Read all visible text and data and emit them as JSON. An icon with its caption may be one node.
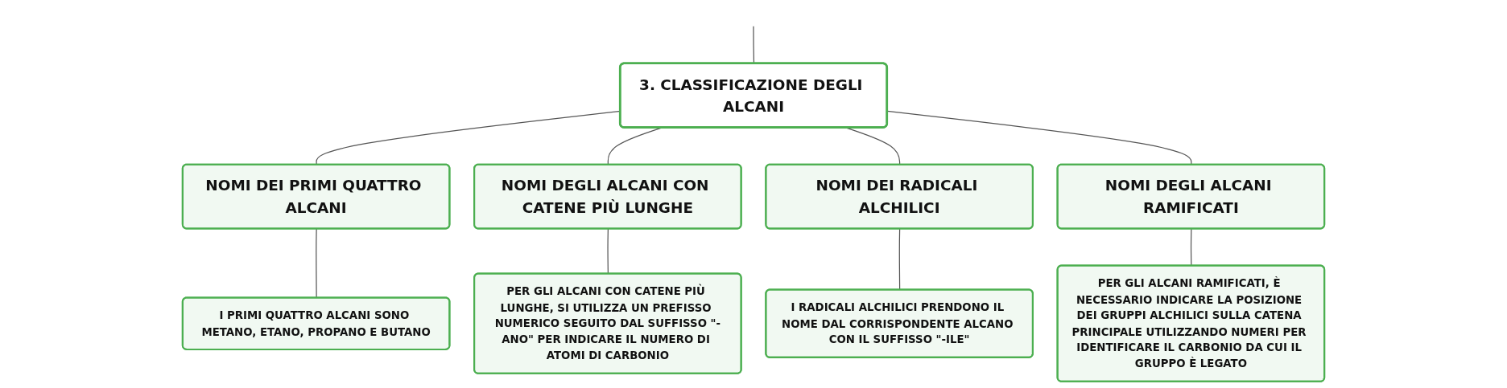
{
  "diagram": {
    "nodes": [
      {
        "text": [
          "3. CLASSIFICAZIONE DEGLI ALCANI"
        ]
      },
      {
        "text": [
          "NOMI DEI PRIMI QUATTRO ALCANI"
        ]
      },
      {
        "text": [
          "NOMI DEGLI ALCANI CON CATENE PIÙ LUNGHE"
        ]
      },
      {
        "text": [
          "NOMI DEI RADICALI ALCHILICI"
        ]
      },
      {
        "text": [
          "NOMI DEGLI ALCANI RAMIFICATI"
        ]
      },
      {
        "text": [
          "I PRIMI QUATTRO ALCANI SONO METANO, ETANO, PROPANO E BUTANO"
        ]
      },
      {
        "text": [
          "PER GLI ALCANI CON CATENE PIÙ LUNGHE, SI UTILIZZA UN PREFISSO NUMERICO SEGUITO DAL SUFFISSO \"-ANO\" PER INDICARE IL NUMERO DI ATOMI DI CARBONIO"
        ]
      },
      {
        "text": [
          "I RADICALI ALCHILICI PRENDONO IL NOME DAL CORRISPONDENTE ALCANO CON IL SUFFISSO \"-ILE\""
        ]
      },
      {
        "text": [
          "PER GLI ALCANI RAMIFICATI, È NECESSARIO INDICARE LA POSIZIONE DEI GRUPPI ALCHILICI SULLA CATENA PRINCIPALE UTILIZZANDO NUMERI PER IDENTIFICARE IL CARBONIO DA CUI IL GRUPPO È LEGATO"
        ]
      }
    ],
    "edges": [
      {
        "from": null,
        "to": 0,
        "arrow": "none"
      },
      {
        "from": 0,
        "to": 1,
        "arrow": "none"
      },
      {
        "from": 0,
        "to": 2,
        "arrow": "none"
      },
      {
        "from": 0,
        "to": 3,
        "arrow": "none"
      },
      {
        "from": 0,
        "to": 4,
        "arrow": "none"
      },
      {
        "from": 1,
        "to": 5,
        "arrow": "none"
      },
      {
        "from": 2,
        "to": 6,
        "arrow": "none"
      },
      {
        "from": 3,
        "to": 7,
        "arrow": "none"
      },
      {
        "from": 4,
        "to": 8,
        "arrow": "none"
      }
    ]
  }
}
